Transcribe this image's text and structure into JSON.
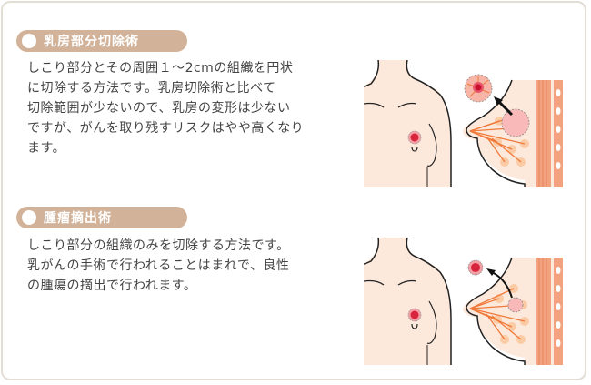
{
  "sections": [
    {
      "title": "乳房部分切除術",
      "description_lines": [
        "しこり部分とその周囲１〜2cmの組織を円状",
        "に切除する方法です。乳房切除術と比べて",
        "切除範囲が少ないので、乳房の変形は少ない",
        "ですが、がんを取り残すリスクはやや高くなり",
        "ます。"
      ],
      "illustration": {
        "front_view": "torso-front-with-tumor",
        "side_view": "breast-cross-section-partial-excision",
        "excised_part": "circular tissue with tumor"
      }
    },
    {
      "title": "腫瘤摘出術",
      "description_lines": [
        "しこり部分の組織のみを切除する方法です。",
        "乳がんの手術で行われることはまれで、良性",
        "の腫瘍の摘出で行われます。"
      ],
      "illustration": {
        "front_view": "torso-front-with-tumor",
        "side_view": "breast-cross-section-lumpectomy",
        "excised_part": "tumor only"
      }
    }
  ],
  "colors": {
    "pill": "#d2b39a",
    "border": "#e3ddd6",
    "skin": "#fde9dc",
    "tumor": "#d8243c",
    "gland": "#f07a3a",
    "muscle": "#f2a27e"
  }
}
